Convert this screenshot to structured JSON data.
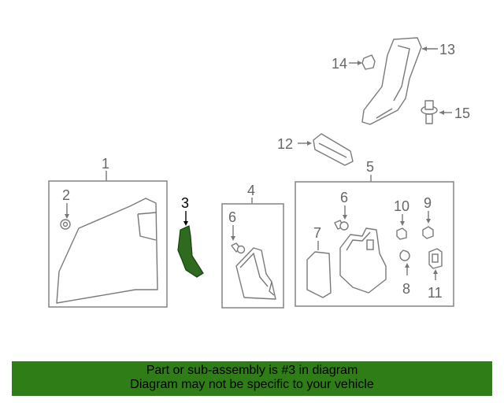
{
  "callouts": {
    "c1": "1",
    "c2": "2",
    "c3": "3",
    "c4": "4",
    "c5": "5",
    "c6a": "6",
    "c6b": "6",
    "c7": "7",
    "c8": "8",
    "c9": "9",
    "c10": "10",
    "c11": "11",
    "c12": "12",
    "c13": "13",
    "c14": "14",
    "c15": "15"
  },
  "highlight": {
    "part_color": "#2e6b1f",
    "banner_color": "#2f7d16"
  },
  "banner": {
    "line1": "Part or sub-assembly is #3 in diagram",
    "line2": "Diagram may not be specific to your vehicle"
  }
}
